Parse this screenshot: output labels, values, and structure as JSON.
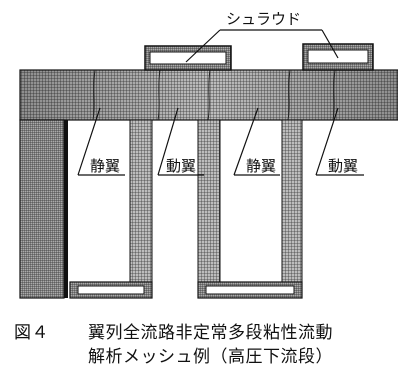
{
  "labels": {
    "shroud": "シュラウド",
    "stator1": "静翼",
    "rotor1": "動翼",
    "stator2": "静翼",
    "rotor2": "動翼"
  },
  "caption": {
    "number": "図４",
    "line1": "翼列全流路非定常多段粘性流動",
    "line2": "解析メッシュ例（高圧下流段）"
  }
}
